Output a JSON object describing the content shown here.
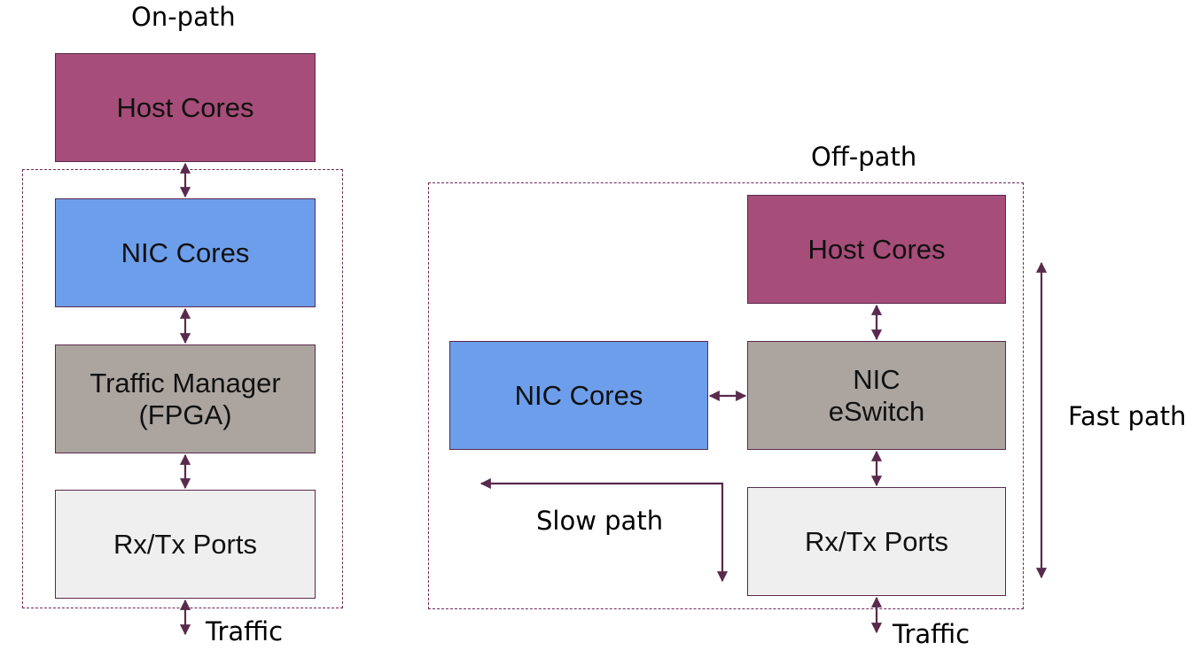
{
  "colors": {
    "host": "#a64d79",
    "nic": "#6d9eeb",
    "middle": "#aca59f",
    "ports": "#efefef",
    "arrow": "#5a2a4d"
  },
  "on_path": {
    "title": "On-path",
    "host_cores": "Host Cores",
    "nic_cores": "NIC Cores",
    "traffic_manager": "Traffic Manager\n(FPGA)",
    "rx_tx_ports": "Rx/Tx Ports",
    "traffic": "Traffic"
  },
  "off_path": {
    "title": "Off-path",
    "host_cores": "Host Cores",
    "nic_cores": "NIC Cores",
    "nic_eswitch": "NIC\neSwitch",
    "rx_tx_ports": "Rx/Tx Ports",
    "slow_path": "Slow path",
    "fast_path": "Fast path",
    "traffic": "Traffic"
  }
}
